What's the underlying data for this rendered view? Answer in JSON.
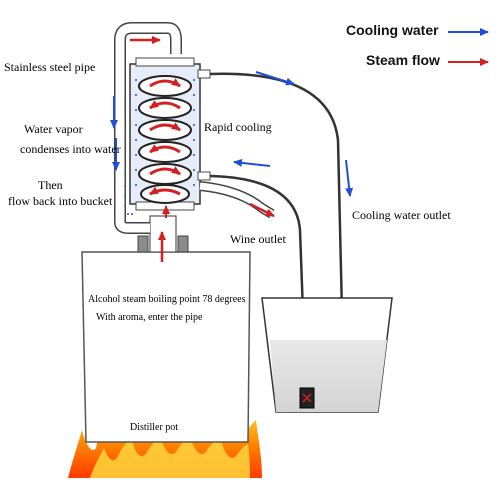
{
  "legend": {
    "cooling_water": "Cooling water",
    "steam_flow": "Steam flow",
    "cooling_color": "#1f4fd6",
    "steam_color": "#d42020"
  },
  "labels": {
    "stainless_pipe": "Stainless steel pipe",
    "water_vapor": "Water vapor",
    "condenses": "condenses into water",
    "then": "Then",
    "flow_back": "flow back into  bucket",
    "rapid_cooling": "Rapid cooling",
    "cooling_outlet": "Cooling water outlet",
    "wine_outlet": "Wine  outlet",
    "alcohol_steam": "Alcohol steam boiling point 78 degrees",
    "with_aroma": "With aroma, enter the pipe",
    "distiller_pot": "Distiller pot"
  },
  "icons": {
    "pump": "pump-icon",
    "fire": "fire-icon"
  }
}
